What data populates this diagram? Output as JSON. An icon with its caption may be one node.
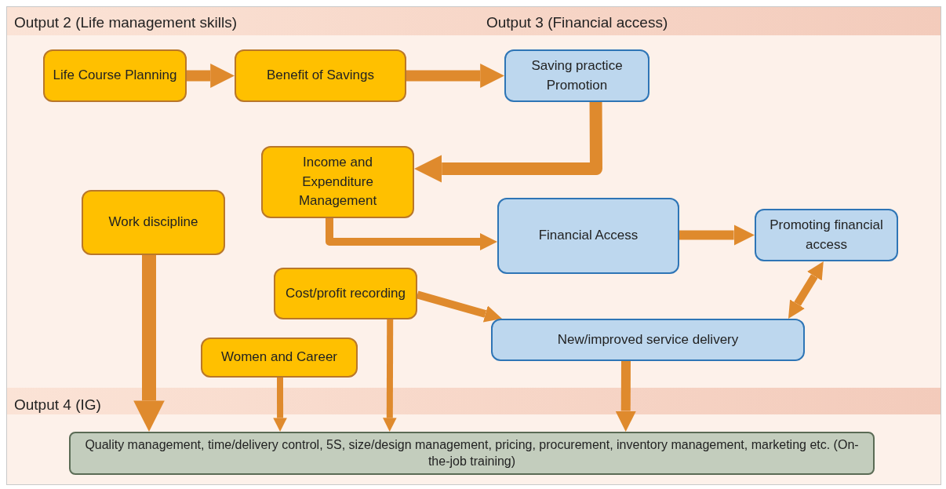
{
  "diagram": {
    "nodes": [
      {
        "text": [
          "Life Course Planning"
        ]
      },
      {
        "text": [
          "Benefit of Savings"
        ]
      },
      {
        "text": [
          "Saving practice Promotion"
        ]
      },
      {
        "text": [
          "Income and Expenditure Management"
        ]
      },
      {
        "text": [
          "Work discipline"
        ]
      },
      {
        "text": [
          "Financial Access"
        ]
      },
      {
        "text": [
          "Promoting financial access"
        ]
      },
      {
        "text": [
          "Cost/profit recording"
        ]
      },
      {
        "text": [
          "Women and Career"
        ]
      },
      {
        "text": [
          "New/improved service delivery"
        ]
      },
      {
        "text": [
          "Quality management, time/delivery control, 5S, size/design management, pricing, procurement, inventory management, marketing etc. (On-the-job training)"
        ]
      }
    ],
    "edges": [
      {
        "from": 0,
        "to": 1,
        "arrow": "to"
      },
      {
        "from": 1,
        "to": 2,
        "arrow": "to"
      },
      {
        "from": 2,
        "to": 3,
        "arrow": "to"
      },
      {
        "from": 3,
        "to": 5,
        "arrow": "to"
      },
      {
        "from": 5,
        "to": 6,
        "arrow": "to"
      },
      {
        "from": 7,
        "to": 9,
        "arrow": "to"
      },
      {
        "from": 9,
        "to": 6,
        "arrow": "both"
      },
      {
        "from": 4,
        "to": 10,
        "arrow": "to"
      },
      {
        "from": 8,
        "to": 10,
        "arrow": "to"
      },
      {
        "from": 7,
        "to": 10,
        "arrow": "to"
      },
      {
        "from": 9,
        "to": 10,
        "arrow": "to"
      }
    ],
    "labels": [
      "Output 2 (Life management skills)",
      "Output 3 (Financial access)",
      "Output 4 (IG)"
    ]
  }
}
